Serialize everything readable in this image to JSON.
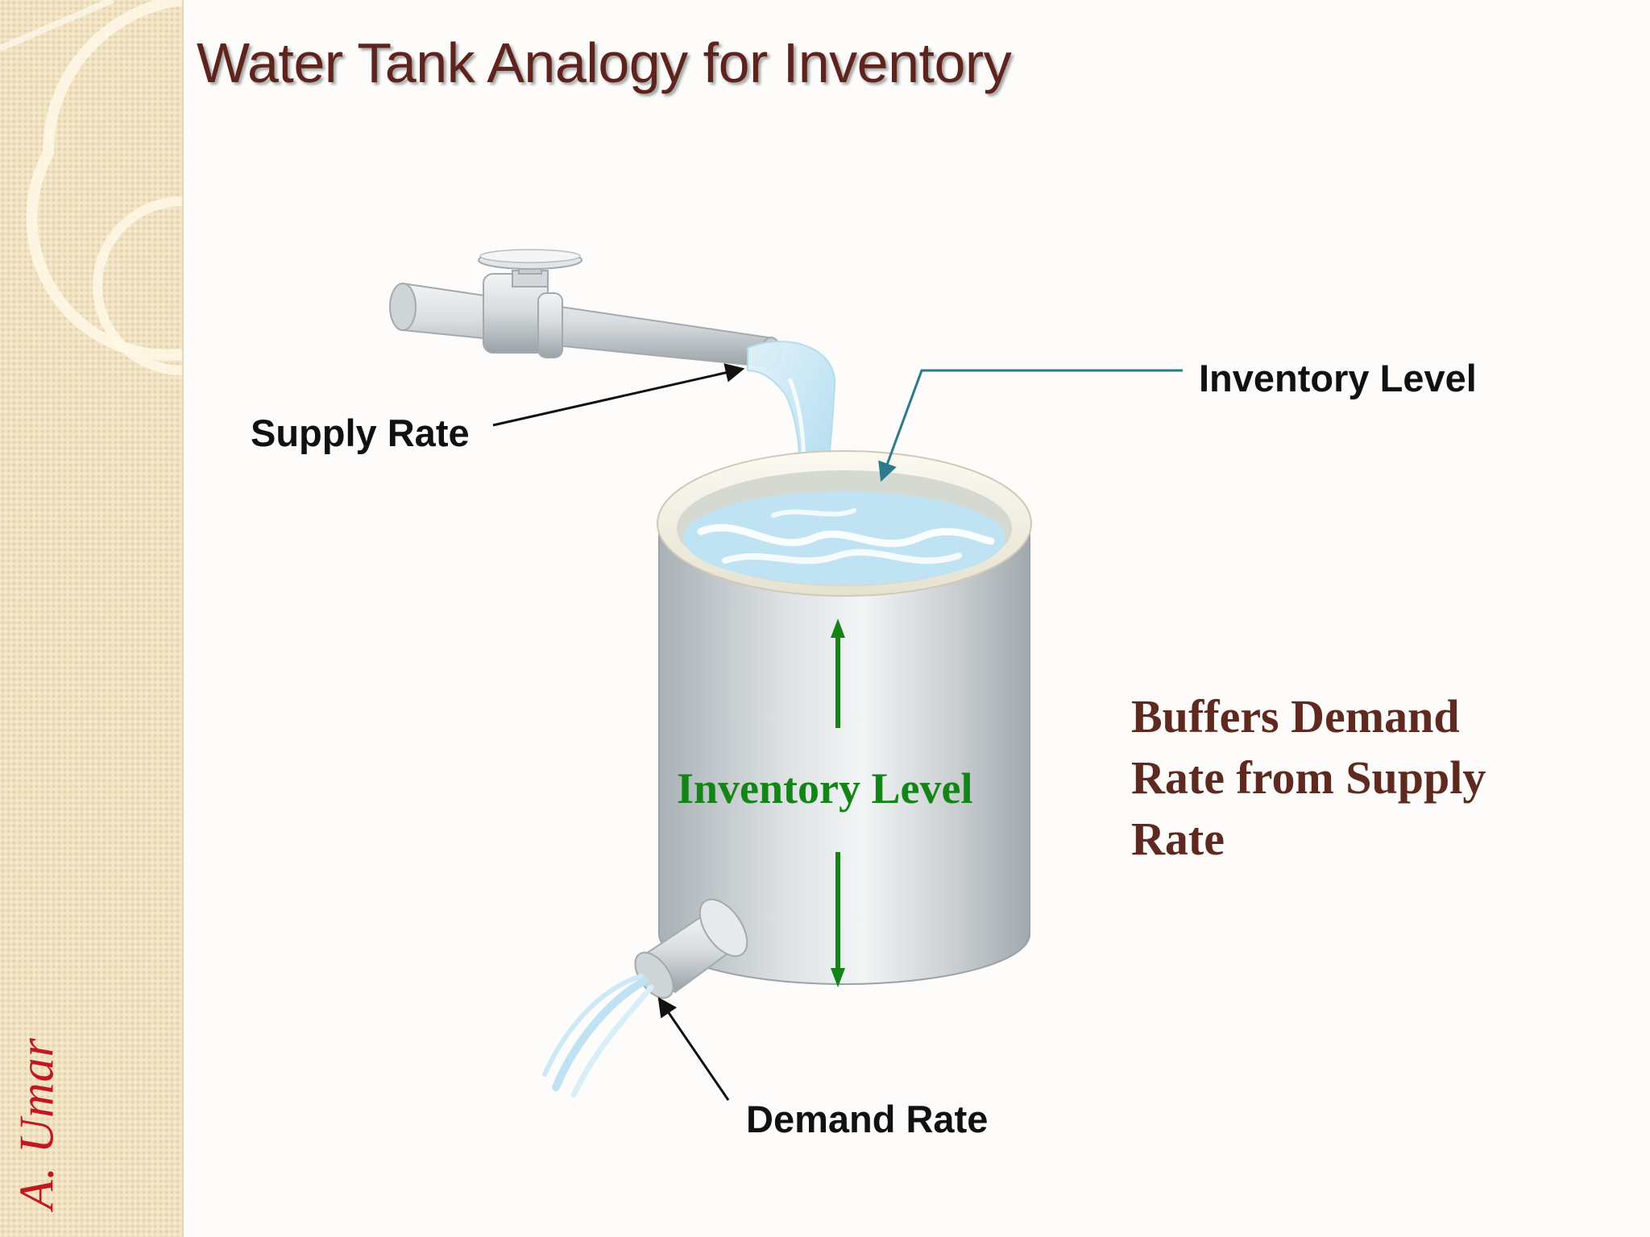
{
  "slide": {
    "title": "Water Tank Analogy for Inventory",
    "author": "A. Umar"
  },
  "diagram": {
    "supply_label": "Supply Rate",
    "inventory_label_top": "Inventory Level",
    "inventory_label_tank": "Inventory Level",
    "demand_label": "Demand Rate"
  },
  "note": {
    "line1": "Buffers Demand",
    "line2": "Rate from Supply",
    "line3": "Rate"
  },
  "colors": {
    "title": "#5e231c",
    "author": "#c0181e",
    "green_arrow": "#148417",
    "note": "#5e2a20",
    "sidebar": "#f1e3c2"
  }
}
